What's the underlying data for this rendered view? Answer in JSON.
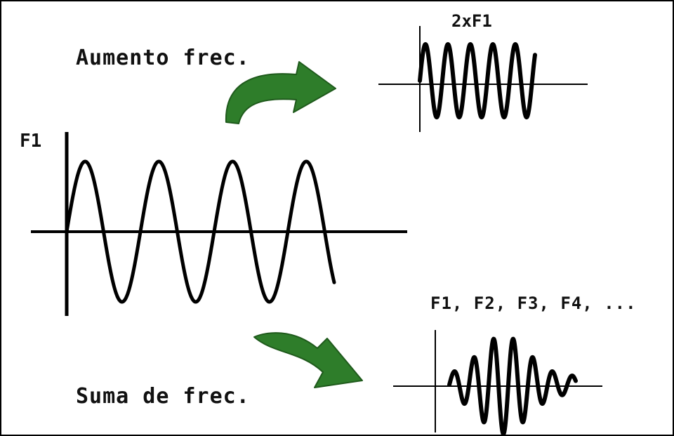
{
  "labels": {
    "increase_freq": "Aumento frec.",
    "sum_freq": "Suma de frec.",
    "base_wave": "F1",
    "double_wave": "2xF1",
    "harmonics": "F1, F2, F3, F4, ..."
  },
  "colors": {
    "arrow_fill": "#2e7d2a",
    "arrow_stroke": "#1f5a1c",
    "line": "#000000"
  },
  "icons": {
    "arrow_top": "curved-arrow-right-icon",
    "arrow_bottom": "curved-arrow-down-right-icon"
  }
}
